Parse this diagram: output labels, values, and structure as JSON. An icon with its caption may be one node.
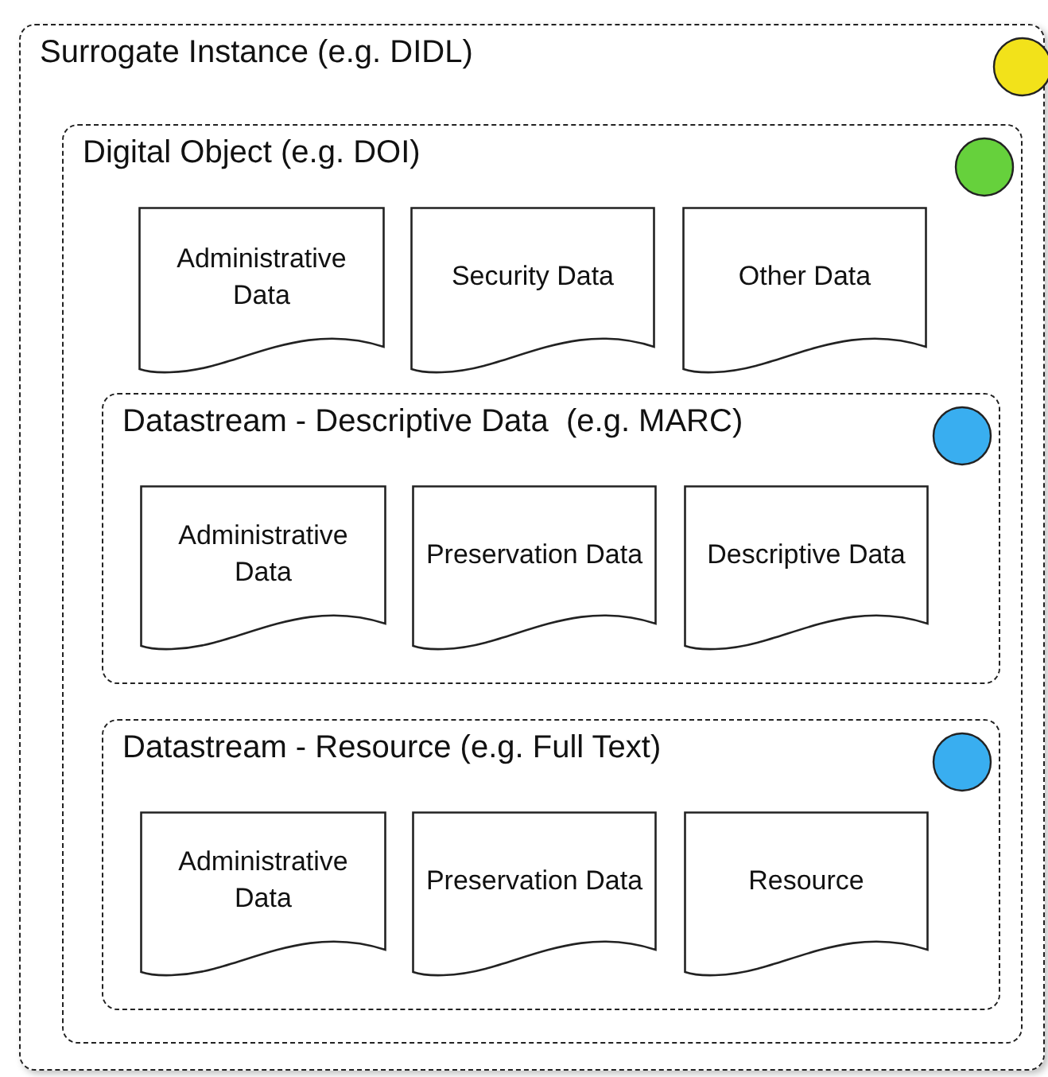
{
  "diagram": {
    "nodes": [
      {
        "text": [
          "Surrogate Instance (e.g. DIDL)"
        ]
      },
      {
        "text": [
          "Digital Object (e.g. DOI)"
        ],
        "in": 0
      },
      {
        "text": [
          "Administrative Data"
        ],
        "in": 1
      },
      {
        "text": [
          "Security Data"
        ],
        "in": 1
      },
      {
        "text": [
          "Other Data"
        ],
        "in": 1
      },
      {
        "text": [
          "Datastream - Descriptive Data  (e.g. MARC)"
        ],
        "in": 1
      },
      {
        "text": [
          "Administrative Data"
        ],
        "in": 5
      },
      {
        "text": [
          "Preservation Data"
        ],
        "in": 5
      },
      {
        "text": [
          "Descriptive Data"
        ],
        "in": 5
      },
      {
        "text": [
          "Datastream - Resource (e.g. Full Text)"
        ],
        "in": 1
      },
      {
        "text": [
          "Administrative Data"
        ],
        "in": 9
      },
      {
        "text": [
          "Preservation Data"
        ],
        "in": 9
      },
      {
        "text": [
          "Resource"
        ],
        "in": 9
      }
    ]
  }
}
